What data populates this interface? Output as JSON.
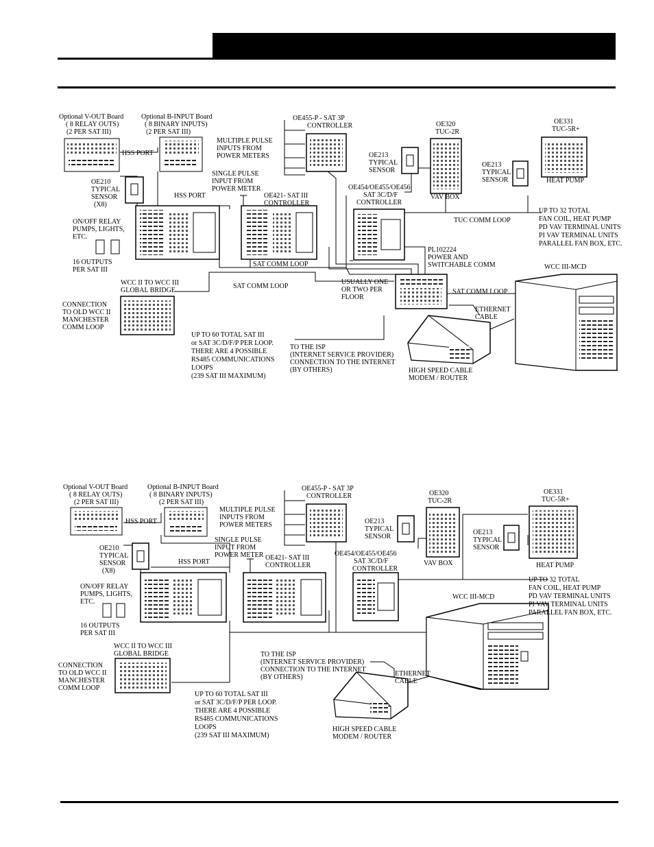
{
  "diagram1": {
    "v_out_board": [
      "Optional V-OUT Board",
      "( 8 RELAY OUTS)",
      "(2 PER SAT III)"
    ],
    "b_input_board": [
      "Optional B-INPUT Board",
      "( 8 BINARY INPUTS)",
      "(2 PER SAT III)"
    ],
    "hss_port_1": "HSS PORT",
    "hss_port_2": "HSS PORT",
    "oe210_sensor": [
      "OE210",
      "TYPICAL",
      "SENSOR",
      "(X8)"
    ],
    "relay_text": [
      "ON/OFF RELAY",
      "PUMPS, LIGHTS,",
      "ETC."
    ],
    "outputs_text": [
      "16 OUTPUTS",
      "PER SAT III"
    ],
    "multiple_pulse": [
      "MULTIPLE PULSE",
      "INPUTS FROM",
      "POWER METERS"
    ],
    "single_pulse": [
      "SINGLE PULSE",
      "INPUT FROM",
      "POWER METER"
    ],
    "oe455p": [
      "OE455-P  -  SAT 3P",
      "CONTROLLER"
    ],
    "oe421": [
      "OE421- SAT III",
      "CONTROLLER"
    ],
    "oe213_a": [
      "OE213",
      "TYPICAL",
      "SENSOR"
    ],
    "oe454": [
      "OE454/OE455/OE456",
      "SAT 3C/D/F",
      "CONTROLLER"
    ],
    "oe320": [
      "OE320",
      "TUC-2R"
    ],
    "vav_box": "VAV BOX",
    "oe331": [
      "OE331",
      "TUC-5R+"
    ],
    "oe213_b": [
      "OE213",
      "TYPICAL",
      "SENSOR"
    ],
    "heat_pump": "HEAT PUMP",
    "up_to_32": [
      "UP TO 32 TOTAL",
      "FAN COIL, HEAT PUMP",
      "PD VAV TERMINAL UNITS",
      "PI VAV TERMINAL UNITS",
      "PARALLEL FAN BOX, ETC."
    ],
    "tuc_comm_loop": "TUC COMM LOOP",
    "pl102224": [
      "PL102224",
      "POWER AND",
      "SWITCHABLE COMM"
    ],
    "sat_comm_loop_1": "SAT COMM LOOP",
    "sat_comm_loop_2": "SAT COMM LOOP",
    "sat_comm_loop_3": "SAT COMM LOOP",
    "usually_one": [
      "USUALLY ONE",
      "OR TWO PER",
      "FLOOR"
    ],
    "wcc_mcd": "WCC III-MCD",
    "ethernet": [
      "ETHERNET",
      "CABLE"
    ],
    "bridge": [
      "WCC II TO WCC III",
      "GLOBAL BRIDGE"
    ],
    "connection": [
      "CONNECTION",
      "TO OLD WCC II",
      "MANCHESTER",
      "COMM LOOP"
    ],
    "up_to_60": [
      "UP TO 60 TOTAL SAT III",
      "or SAT  3C/D/F/P  PER LOOP.",
      "THERE ARE 4 POSSIBLE",
      "RS485 COMMUNICATIONS",
      "LOOPS",
      "(239 SAT III MAXIMUM)"
    ],
    "to_isp": [
      "TO THE ISP",
      "(INTERNET SERVICE PROVIDER)",
      "CONNECTION TO THE INTERNET",
      "(BY OTHERS)"
    ],
    "modem": [
      "HIGH SPEED CABLE",
      "MODEM / ROUTER"
    ]
  },
  "diagram2": {
    "v_out_board": [
      "Optional V-OUT Board",
      "( 8 RELAY OUTS)",
      "(2 PER SAT III)"
    ],
    "b_input_board": [
      "Optional B-INPUT Board",
      "( 8 BINARY INPUTS)",
      "(2 PER SAT III)"
    ],
    "hss_port_1": "HSS PORT",
    "hss_port_2": "HSS PORT",
    "oe210_sensor": [
      "OE210",
      "TYPICAL",
      "SENSOR",
      "(X8)"
    ],
    "relay_text": [
      "ON/OFF RELAY",
      "PUMPS, LIGHTS,",
      "ETC."
    ],
    "outputs_text": [
      "16 OUTPUTS",
      "PER SAT III"
    ],
    "multiple_pulse": [
      "MULTIPLE PULSE",
      "INPUTS FROM",
      "POWER METERS"
    ],
    "single_pulse": [
      "SINGLE PULSE",
      "INPUT FROM",
      "POWER METER"
    ],
    "oe455p": [
      "OE455-P  -  SAT 3P",
      "CONTROLLER"
    ],
    "oe421": [
      "OE421- SAT III",
      "CONTROLLER"
    ],
    "oe213_a": [
      "OE213",
      "TYPICAL",
      "SENSOR"
    ],
    "oe454": [
      "OE454/OE455/OE456",
      "SAT 3C/D/F",
      "CONTROLLER"
    ],
    "oe320": [
      "OE320",
      "TUC-2R"
    ],
    "vav_box": "VAV BOX",
    "oe331": [
      "OE331",
      "TUC-5R+"
    ],
    "oe213_b": [
      "OE213",
      "TYPICAL",
      "SENSOR"
    ],
    "heat_pump": "HEAT PUMP",
    "up_to_32": [
      "UP TO 32 TOTAL",
      "FAN COIL, HEAT PUMP",
      "PD VAV TERMINAL UNITS",
      "PI VAV TERMINAL UNITS",
      "PARALLEL FAN BOX, ETC."
    ],
    "wcc_mcd": "WCC III-MCD",
    "ethernet": [
      "ETHERNET",
      "CABLE"
    ],
    "bridge": [
      "WCC II TO WCC III",
      "GLOBAL BRIDGE"
    ],
    "connection": [
      "CONNECTION",
      "TO OLD WCC II",
      "MANCHESTER",
      "COMM LOOP"
    ],
    "up_to_60": [
      "UP TO 60 TOTAL SAT III",
      "or SAT  3C/D/F/P  PER LOOP.",
      "THERE ARE 4 POSSIBLE",
      "RS485 COMMUNICATIONS",
      "LOOPS",
      "(239 SAT III MAXIMUM)"
    ],
    "to_isp": [
      "TO THE ISP",
      "(INTERNET SERVICE PROVIDER)",
      "CONNECTION TO THE INTERNET",
      "(BY OTHERS)"
    ],
    "modem": [
      "HIGH SPEED CABLE",
      "MODEM / ROUTER"
    ]
  }
}
